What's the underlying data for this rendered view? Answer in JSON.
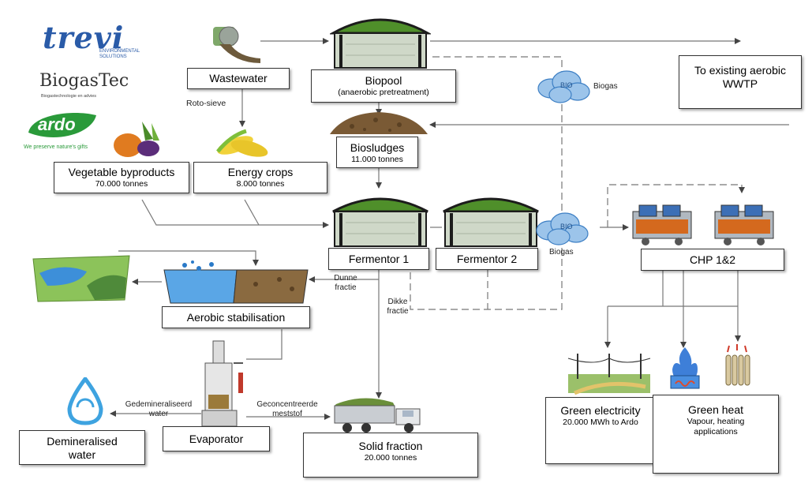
{
  "logos": {
    "trevi": "trevi",
    "trevi_sub": "ENVIRONMENTAL SOLUTIONS",
    "biogastec": "BiogasTec",
    "biogastec_sub": "Biogastechnologie en advies",
    "ardo": "ardo",
    "ardo_sub": "We preserve nature's gifts"
  },
  "boxes": {
    "wastewater": {
      "title": "Wastewater"
    },
    "biopool": {
      "title": "Biopool",
      "sub": "(anaerobic pretreatment)"
    },
    "existing": {
      "title": "To existing aerobic WWTP"
    },
    "biosludges": {
      "title": "Biosludges",
      "sub": "11.000 tonnes"
    },
    "vegetable": {
      "title": "Vegetable byproducts",
      "sub": "70.000 tonnes"
    },
    "energy_crops": {
      "title": "Energy crops",
      "sub": "8.000 tonnes"
    },
    "fermentor1": {
      "title": "Fermentor 1"
    },
    "fermentor2": {
      "title": "Fermentor 2"
    },
    "chp": {
      "title": "CHP 1&2"
    },
    "aerobic": {
      "title": "Aerobic stabilisation"
    },
    "evaporator": {
      "title": "Evaporator"
    },
    "demin": {
      "title": "Demineralised water"
    },
    "solid": {
      "title": "Solid fraction",
      "sub": "20.000 tonnes"
    },
    "green_el": {
      "title": "Green electricity",
      "sub": "20.000 MWh to Ardo"
    },
    "green_heat": {
      "title": "Green heat",
      "sub": "Vapour, heating applications"
    }
  },
  "labels": {
    "roto_sieve": "Roto-sieve",
    "biogas_top": "Biogas",
    "biogas_mid": "Biogas",
    "bio": "BIO",
    "dunne": "Dunne fractie",
    "dikke": "Dikke fractie",
    "gedem": "Gedemineraliseerd water",
    "geconc": "Geconcentreerde meststof"
  },
  "colors": {
    "dome_green": "#4f8f2a",
    "dome_dark": "#1c1c1c",
    "tank_body": "#cfd8c8",
    "sludge": "#7a5a35",
    "water_blue": "#3d8fd9",
    "arrow": "#555555",
    "trevi_blue": "#2a5ba8",
    "trevi_green": "#6fb03b",
    "ardo_green": "#2a9a3a"
  }
}
